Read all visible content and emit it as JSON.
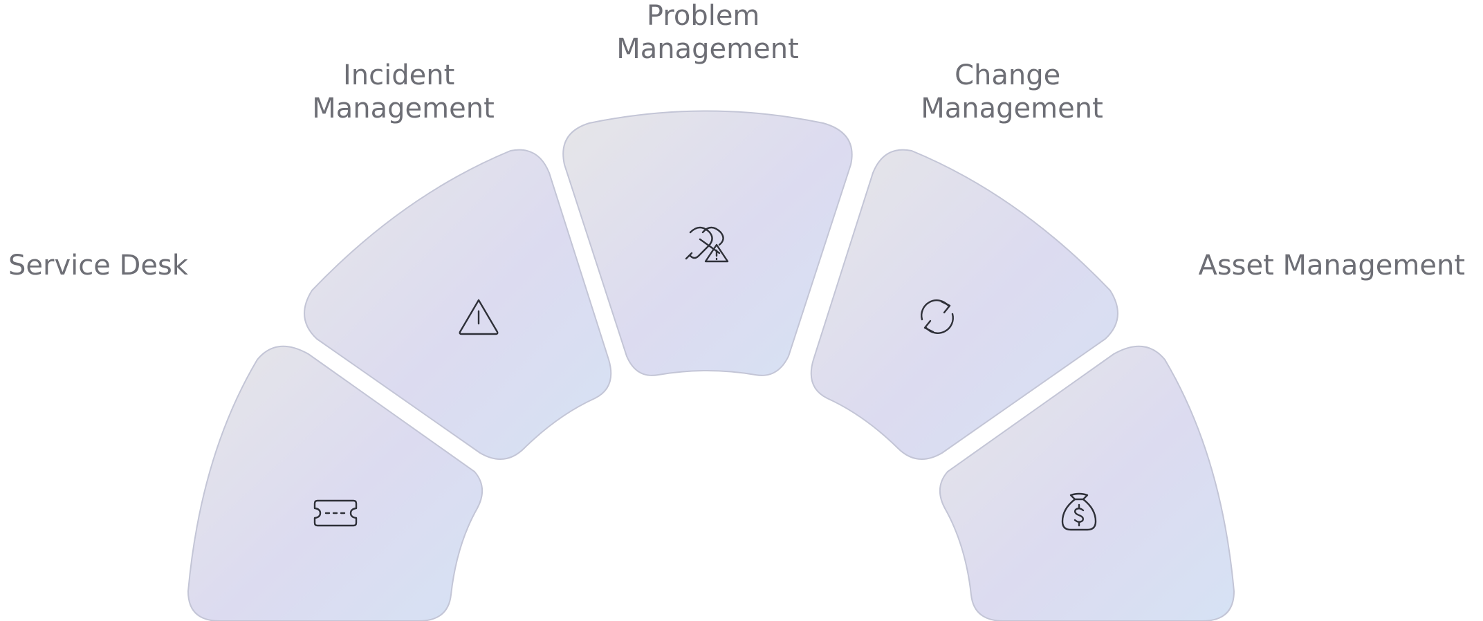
{
  "diagram": {
    "segments": [
      {
        "id": "service-desk",
        "label_lines": [
          "Service Desk"
        ],
        "icon": "ticket-icon"
      },
      {
        "id": "incident-management",
        "label_lines": [
          "Incident",
          "Management"
        ],
        "icon": "warning-triangle-icon"
      },
      {
        "id": "problem-management",
        "label_lines": [
          "Problem",
          "Management"
        ],
        "icon": "broken-link-warning-icon"
      },
      {
        "id": "change-management",
        "label_lines": [
          "Change",
          "Management"
        ],
        "icon": "refresh-icon"
      },
      {
        "id": "asset-management",
        "label_lines": [
          "Asset Management"
        ],
        "icon": "money-bag-icon"
      }
    ],
    "colors": {
      "segment_gradient_start": "#e6e6e8",
      "segment_gradient_mid": "#dcdbf0",
      "segment_gradient_end": "#d6e2f4",
      "segment_stroke": "#c3c5d6",
      "label_text": "#6d6e75",
      "icon_stroke": "#2e3038"
    }
  }
}
